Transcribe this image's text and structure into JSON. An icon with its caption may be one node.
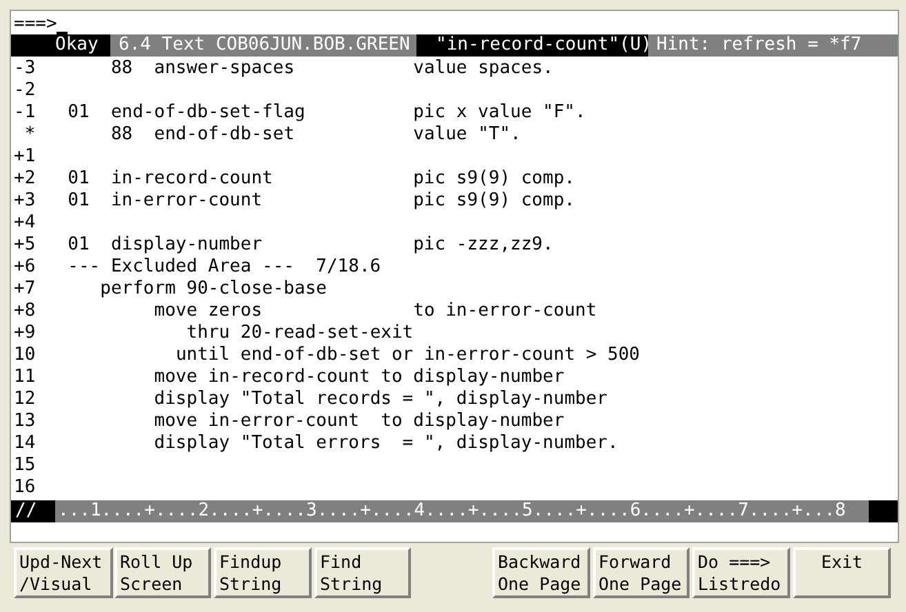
{
  "diagram": {
    "labels": [
      "===>",
      "Okay",
      "6.4 Text COB06JUN.BOB.GREEN",
      "\"in-record-count\"(U)",
      "Hint: refresh = *f7",
      "-3",
      "88  answer-spaces           value spaces.",
      "-2",
      "-1",
      "01  end-of-db-set-flag          pic x value \"F\".",
      "*",
      "88  end-of-db-set           value \"T\".",
      "+1",
      "+2",
      "01  in-record-count             pic s9(9) comp.",
      "+3",
      "01  in-error-count              pic s9(9) comp.",
      "+4",
      "+5",
      "01  display-number              pic -zzz,zz9.",
      "+6",
      "--- Excluded Area ---  7/18.6",
      "+7",
      "perform 90-close-base",
      "+8",
      "move zeros              to in-error-count",
      "+9",
      "thru 20-read-set-exit",
      "10",
      "until end-of-db-set or in-error-count > 500",
      "11",
      "move in-record-count to display-number",
      "12",
      "display \"Total records = \", display-number",
      "13",
      "move in-error-count  to display-number",
      "14",
      "display \"Total errors  = \", display-number.",
      "15",
      "16",
      "//",
      "...1....+....2....+....3....+....4....+....5....+....6....+....7....+...8",
      "Upd-Next /Visual",
      "Roll Up Screen",
      "Findup String",
      "Find String",
      "Backward One Page",
      "Forward One Page",
      "Do ===> Listredo",
      "Exit"
    ]
  }
}
